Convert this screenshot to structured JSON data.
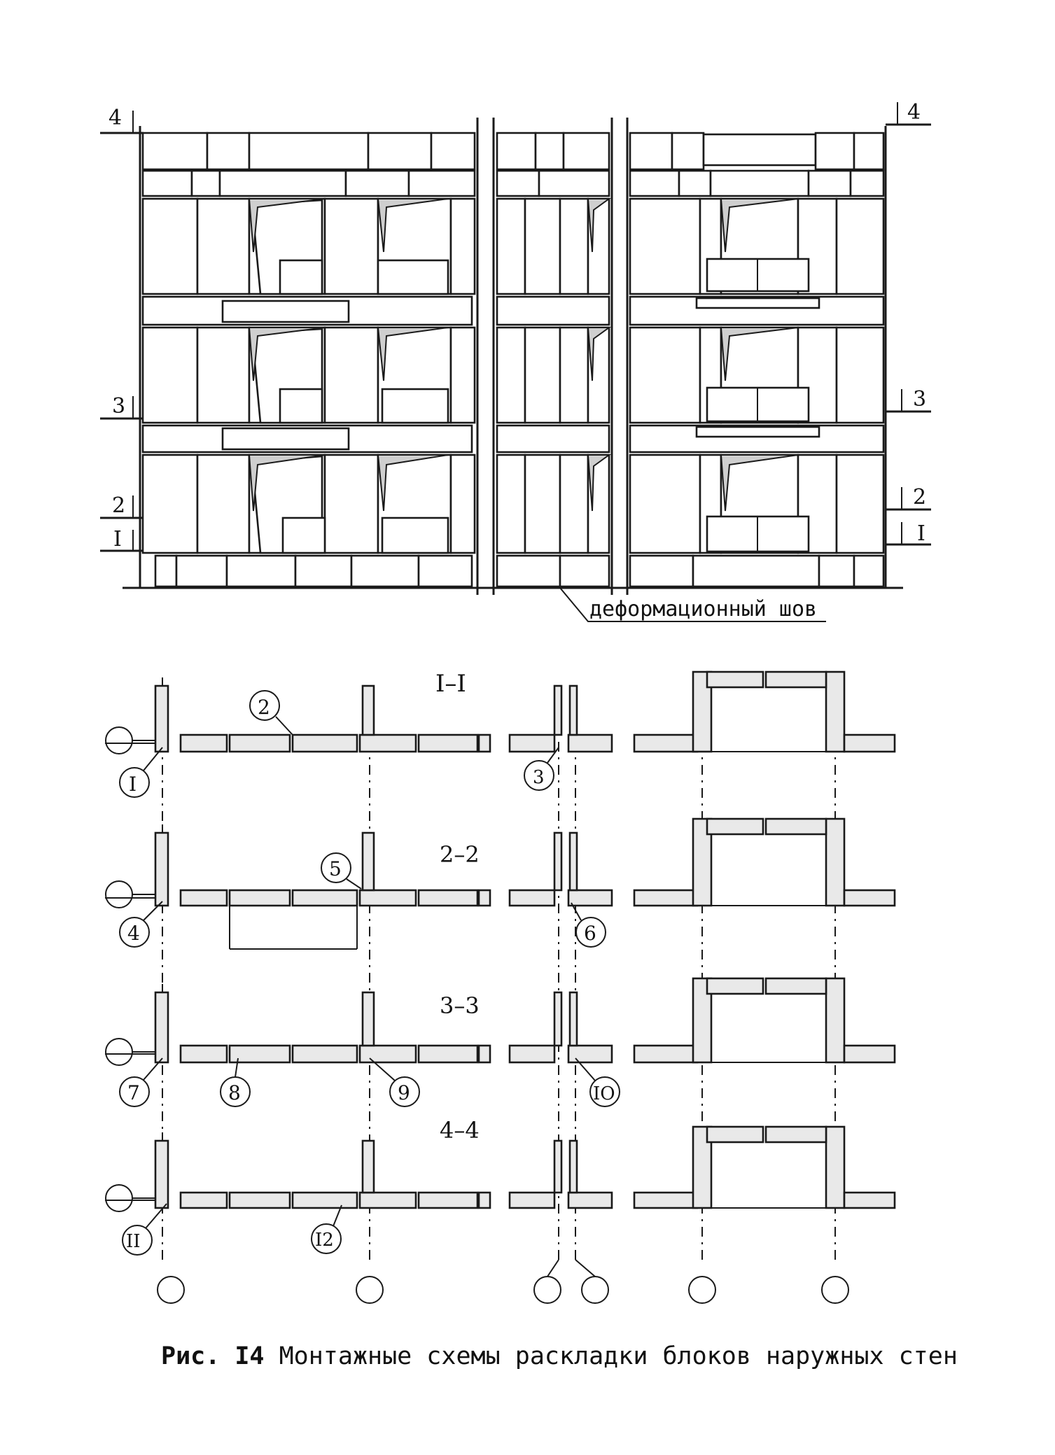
{
  "elevation": {
    "section_marks_left": [
      "4",
      "3",
      "2",
      "I"
    ],
    "section_marks_right": [
      "4",
      "3",
      "2",
      "I"
    ],
    "joint_label": "деформационный шов"
  },
  "sections": {
    "titles": [
      "I–I",
      "2–2",
      "3–3",
      "4–4"
    ]
  },
  "callouts": [
    "I",
    "2",
    "3",
    "4",
    "5",
    "6",
    "7",
    "8",
    "9",
    "IO",
    "II",
    "I2"
  ],
  "caption": {
    "figure": "Рис. I4",
    "text": "Монтажные схемы раскладки блоков наружных стен"
  }
}
